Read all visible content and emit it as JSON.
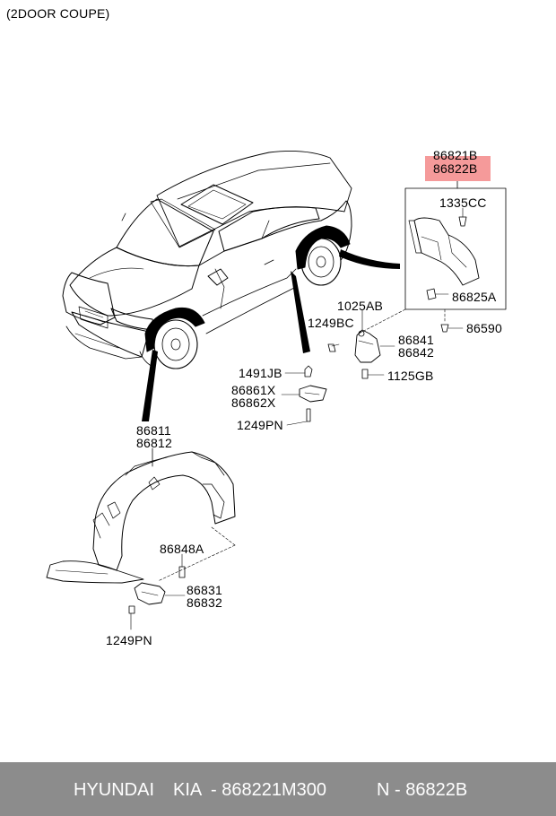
{
  "header": {
    "variant": "(2DOOR COUPE)"
  },
  "callouts": {
    "p86821B": "86821B",
    "p86822B": "86822B",
    "p1335CC": "1335CC",
    "p86825A": "86825A",
    "p86590": "86590",
    "p1025AB": "1025AB",
    "p1249BC": "1249BC",
    "p86841": "86841",
    "p86842": "86842",
    "p1125GB": "1125GB",
    "p1491JB": "1491JB",
    "p86861X": "86861X",
    "p86862X": "86862X",
    "p1249PN_a": "1249PN",
    "p86811": "86811",
    "p86812": "86812",
    "p86848A": "86848A",
    "p86831": "86831",
    "p86832": "86832",
    "p1249PN_b": "1249PN"
  },
  "highlight": {
    "part": "86822B",
    "color": "#f59a9a"
  },
  "footer": {
    "brand": "HYUNDAI",
    "make": "KIA",
    "part_number": "- 868221M300",
    "ref": "N - 86822B"
  }
}
